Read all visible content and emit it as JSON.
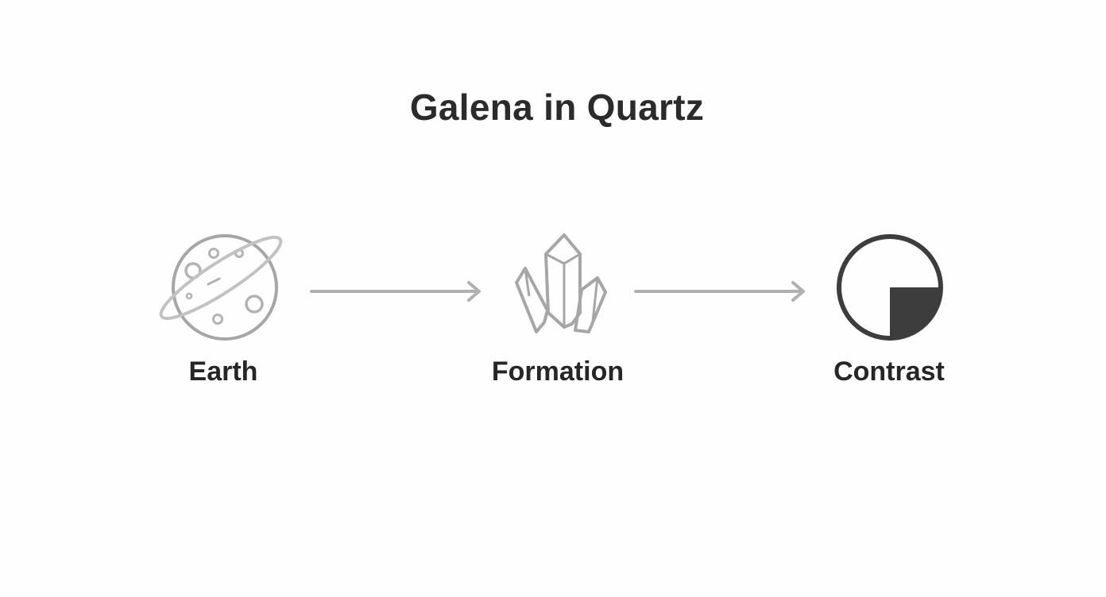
{
  "title": "Galena in Quartz",
  "steps": [
    {
      "label": "Earth",
      "icon": "planet-icon"
    },
    {
      "label": "Formation",
      "icon": "crystal-icon"
    },
    {
      "label": "Contrast",
      "icon": "contrast-circle-icon"
    }
  ],
  "colors": {
    "title": "#2b2b2b",
    "icon_light": "#a6a6a6",
    "icon_dark": "#3d3d3d",
    "arrow": "#b0b0b0"
  }
}
